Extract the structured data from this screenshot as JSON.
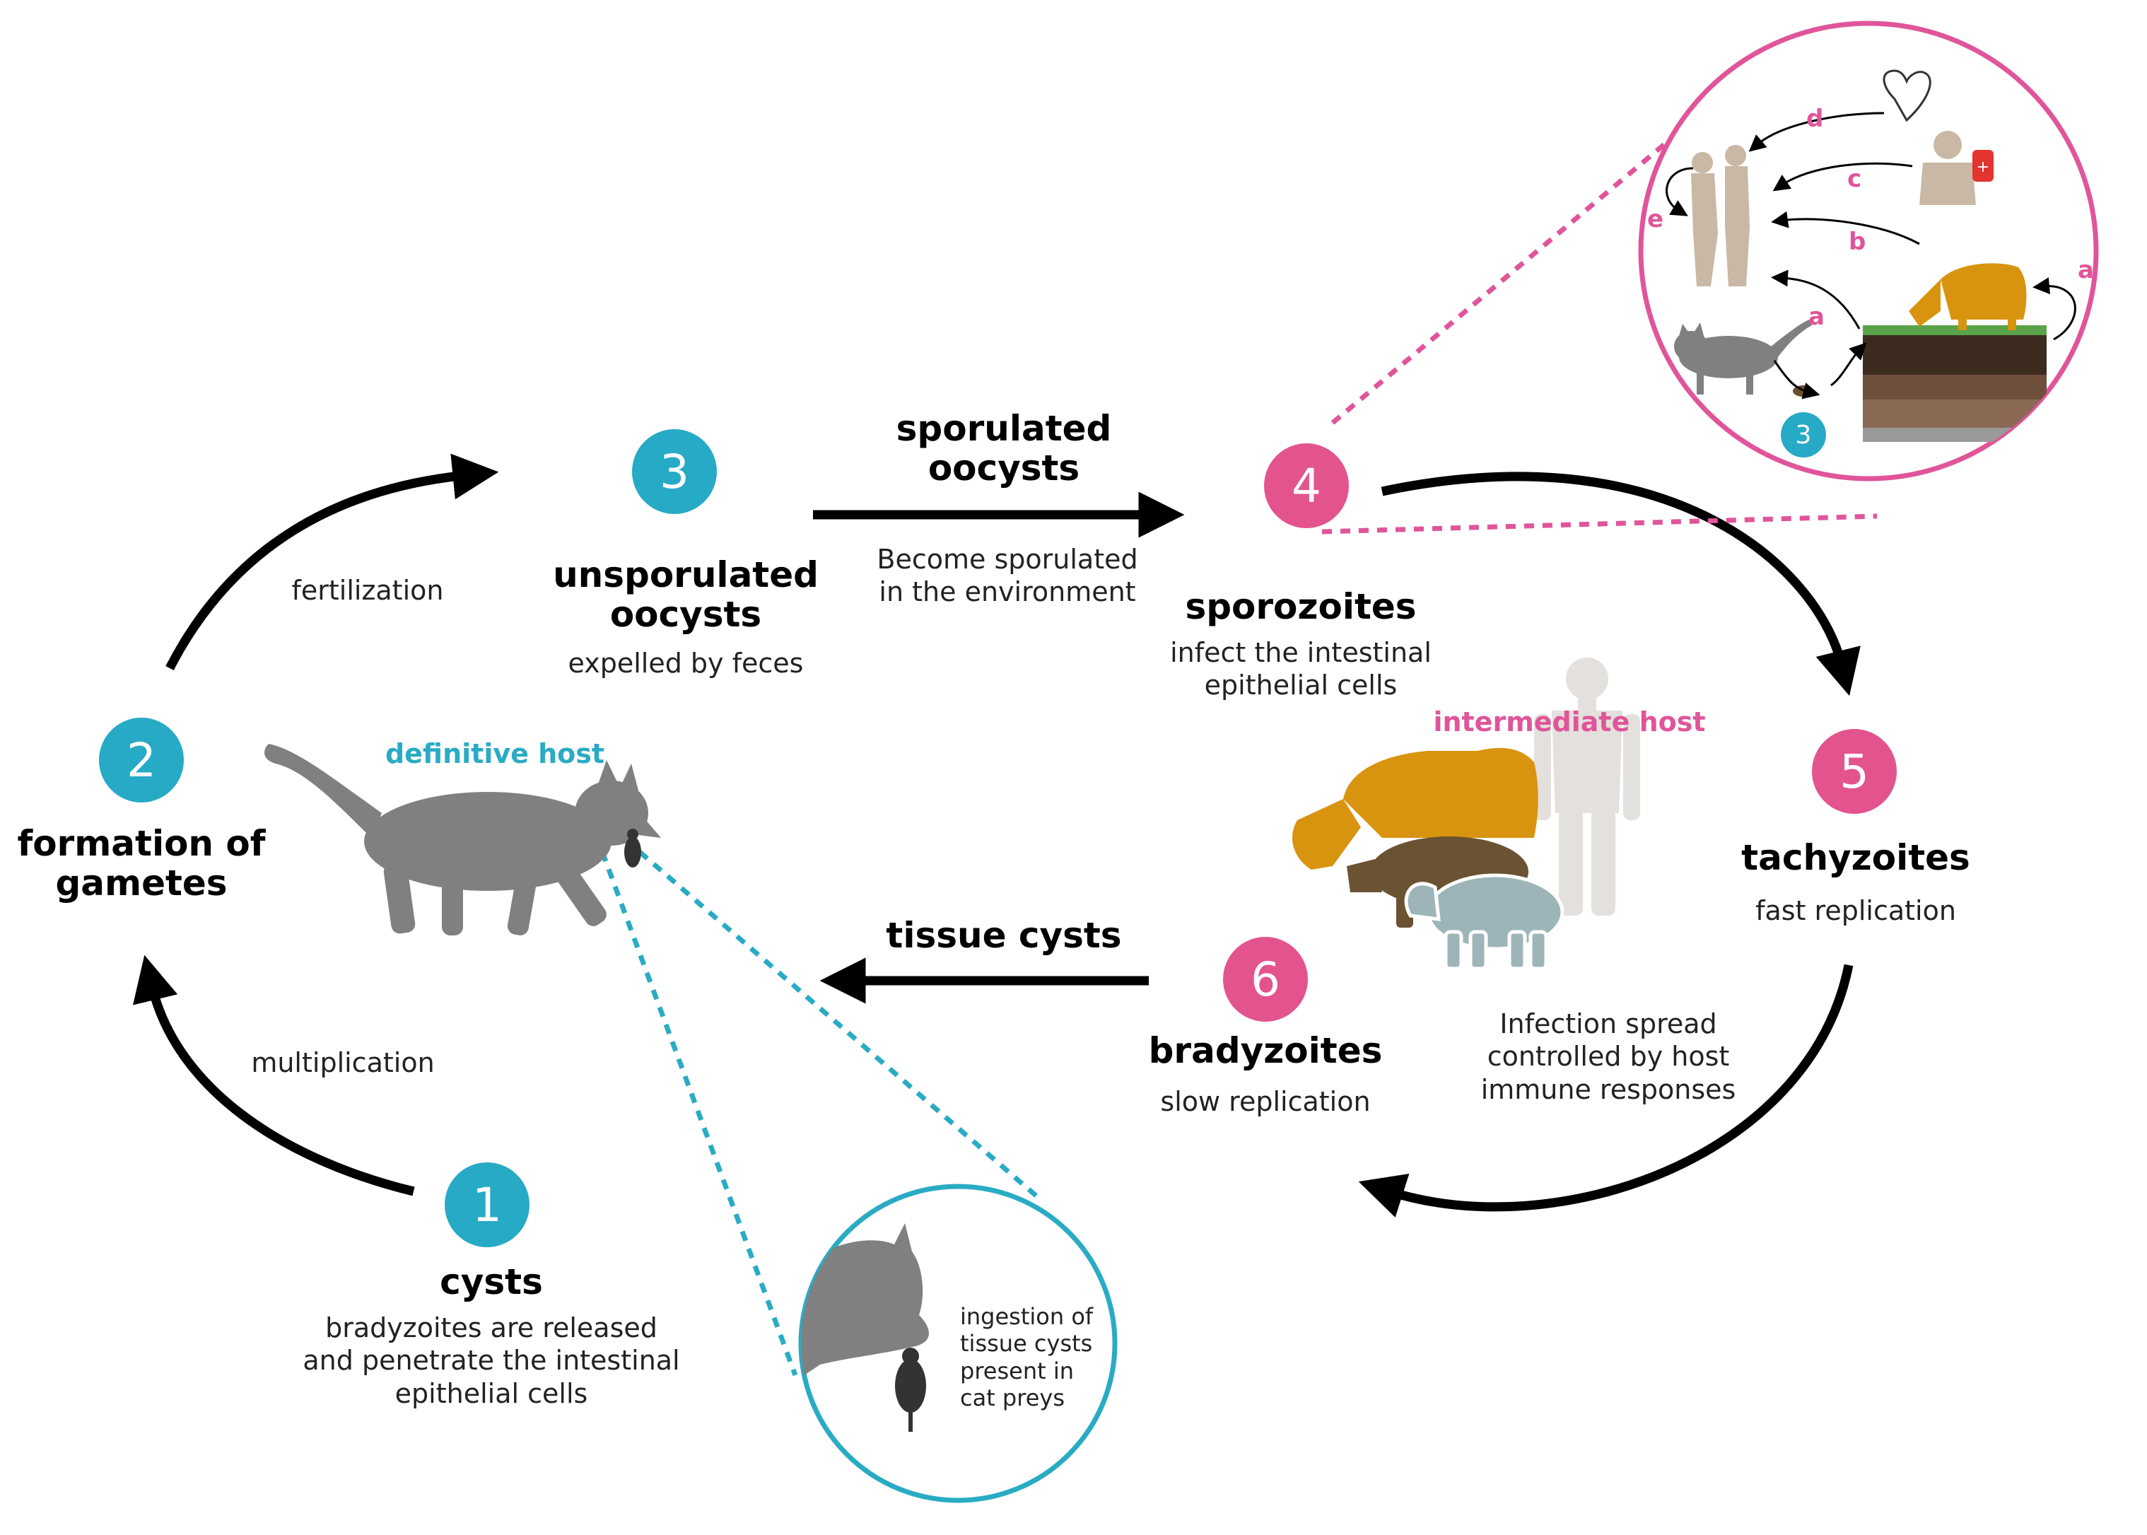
{
  "stages": {
    "s1": {
      "number": "1",
      "title": "cysts",
      "description": "bradyzoites are released\nand penetrate the intestinal\nepithelial cells"
    },
    "s2": {
      "number": "2",
      "title": "formation of\ngametes"
    },
    "s3": {
      "number": "3",
      "title": "unsporulated\noocysts",
      "description": "expelled by feces"
    },
    "s4": {
      "number": "4",
      "title": "sporozoites",
      "description": "infect the intestinal\nepithelial cells"
    },
    "s5": {
      "number": "5",
      "title": "tachyzoites",
      "description": "fast replication"
    },
    "s6": {
      "number": "6",
      "title": "bradyzoites",
      "description": "slow replication"
    }
  },
  "arrows": {
    "fertilization": "fertilization",
    "multiplication": "multiplication",
    "sporulated": {
      "title": "sporulated\noocysts",
      "description": "Become sporulated\nin the environment"
    },
    "tissue_cysts": {
      "title": "tissue cysts"
    },
    "infection_spread": "Infection spread\ncontrolled by host\nimmune responses"
  },
  "hosts": {
    "definitive": "definitive host",
    "intermediate": "intermediate host"
  },
  "inset_ingestion": "ingestion of\ntissue cysts\npresent in\ncat preys",
  "inset_transmission": {
    "letters": {
      "d": "d",
      "c": "c",
      "e": "e",
      "b": "b",
      "a1": "a",
      "a2": "a"
    },
    "stage_number": "3"
  },
  "colors": {
    "blue": "#27aac6",
    "pink": "#e3548f",
    "cat": "#808080",
    "cow": "#d9940f",
    "pig": "#6b5232",
    "sheep": "#9db5b8",
    "human": "#e3e0dd",
    "human_inset": "#c9b8a6",
    "arrow": "#000000"
  }
}
